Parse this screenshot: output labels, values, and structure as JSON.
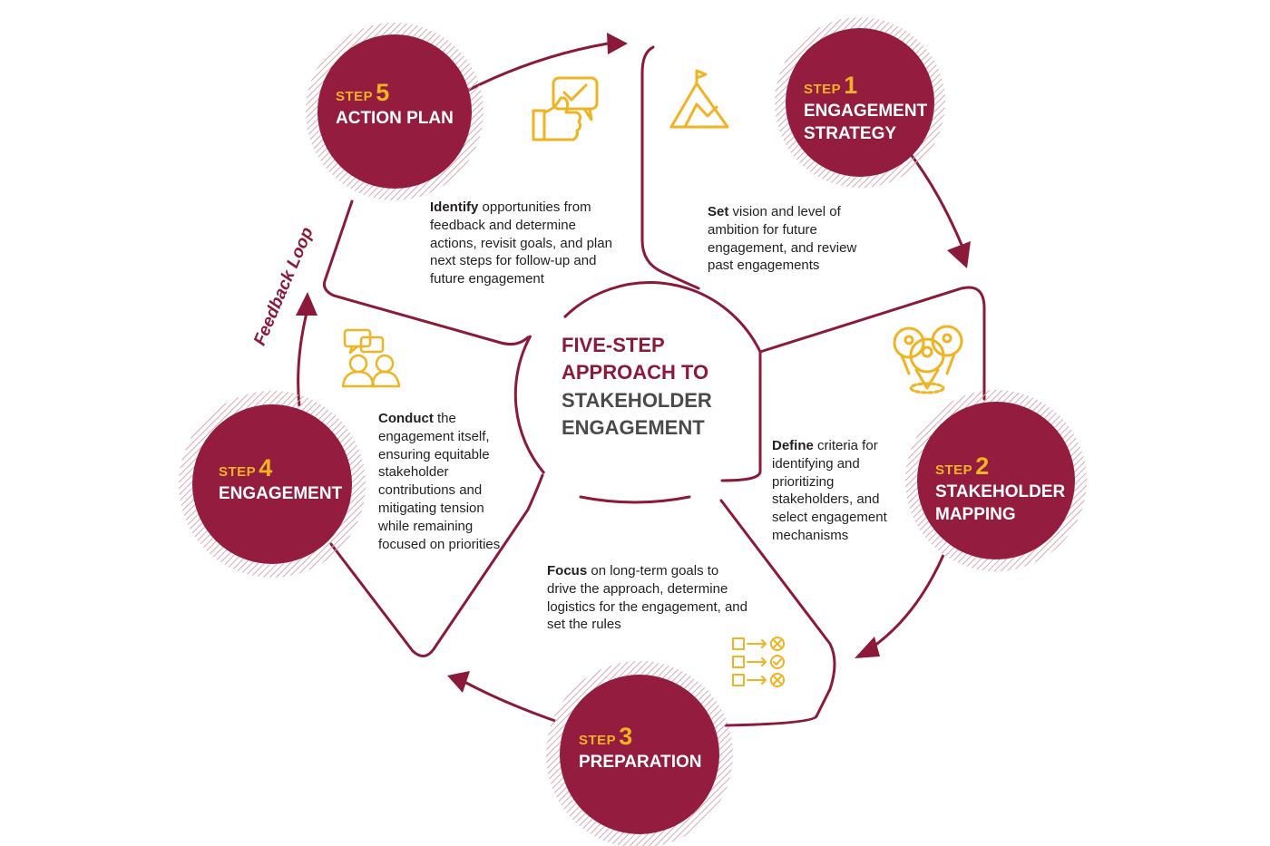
{
  "center": {
    "line1": "FIVE-STEP",
    "line2": "APPROACH TO",
    "line3": "STAKEHOLDER",
    "line4": "ENGAGEMENT"
  },
  "feedback_label": "Feedback Loop",
  "steps": [
    {
      "word": "STEP",
      "number": "1",
      "name_line1": "ENGAGEMENT",
      "name_line2": "STRATEGY",
      "desc_bold": "Set",
      "desc_rest": " vision and level of ambition for future engagement, and review past engagements"
    },
    {
      "word": "STEP",
      "number": "2",
      "name_line1": "STAKEHOLDER",
      "name_line2": "MAPPING",
      "desc_bold": "Define",
      "desc_rest": " criteria for identifying and prioritizing stakeholders, and select engagement mechanisms"
    },
    {
      "word": "STEP",
      "number": "3",
      "name_line1": "PREPARATION",
      "name_line2": "",
      "desc_bold": "Focus",
      "desc_rest": " on long-term goals to drive the approach, determine logistics for the engagement, and set the rules"
    },
    {
      "word": "STEP",
      "number": "4",
      "name_line1": "ENGAGEMENT",
      "name_line2": "",
      "desc_bold": "Conduct",
      "desc_rest": " the engagement itself, ensuring equitable stakeholder contributions and mitigating tension while remaining focused on priorities"
    },
    {
      "word": "STEP",
      "number": "5",
      "name_line1": "ACTION PLAN",
      "name_line2": "",
      "desc_bold": "Identify",
      "desc_rest": " opportunities from feedback and determine actions, revisit goals, and plan next steps for follow-up and future engagement"
    }
  ],
  "icons": {
    "step1": "mountain-flag-icon",
    "step2": "stakeholder-map-pins-icon",
    "step3": "checklist-icon",
    "step4": "people-chat-icon",
    "step5": "thumbs-up-chat-icon"
  },
  "colors": {
    "primary": "#8b1a3a",
    "circle": "#931c3f",
    "accent": "#f0b323",
    "text": "#231f20",
    "hatch": "#d7a8b4"
  }
}
